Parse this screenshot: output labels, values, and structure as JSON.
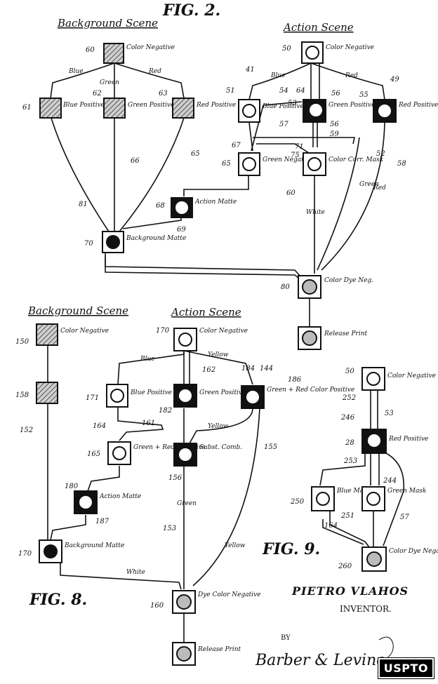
{
  "fig2": {
    "title": "FIG. 2.",
    "background_heading": "Background Scene",
    "action_heading": "Action Scene",
    "nodes": [
      {
        "id": "bg-neg",
        "num": "60",
        "label": "Color Negative",
        "fill": "hatch"
      },
      {
        "id": "bg-blue",
        "num": "61",
        "label": "Blue Positive",
        "fill": "hatch"
      },
      {
        "id": "bg-green",
        "num": "62",
        "label": "Green Positive",
        "fill": "hatch"
      },
      {
        "id": "bg-red",
        "num": "63",
        "label": "Red Positive",
        "fill": "hatch"
      },
      {
        "id": "act-matte",
        "num": "68",
        "label": "Action Matte",
        "fill": "dark"
      },
      {
        "id": "bg-matte",
        "num": "70",
        "label": "Background Matte",
        "fill": "matte"
      },
      {
        "id": "act-neg",
        "num": "50",
        "label": "Color Negative",
        "fill": "light"
      },
      {
        "id": "act-blue",
        "num": "51",
        "label": "Blue Positive",
        "fill": "light"
      },
      {
        "id": "act-green",
        "num": "53",
        "label": "Green Positive",
        "fill": "dark"
      },
      {
        "id": "act-red",
        "num": "55",
        "label": "Red Positive",
        "fill": "dark"
      },
      {
        "id": "act-green-neg",
        "num": "65",
        "label": "Green Negative",
        "fill": "light"
      },
      {
        "id": "act-comb",
        "num": "60",
        "label": "Color Corr. Mask",
        "fill": "light"
      },
      {
        "id": "dye-neg",
        "num": "80",
        "label": "Color Dye Neg.",
        "fill": "light"
      },
      {
        "id": "release",
        "num": "",
        "label": "Release Print",
        "fill": "light"
      }
    ],
    "wire_labels": [
      "Blue",
      "Green",
      "Red",
      "Blue",
      "Red",
      "Green",
      "Red",
      "White"
    ],
    "numbers": [
      "41",
      "54",
      "64",
      "56",
      "49",
      "57",
      "56",
      "59",
      "71",
      "67",
      "75",
      "52",
      "58",
      "81",
      "69",
      "66",
      "65"
    ]
  },
  "fig8": {
    "title": "FIG. 8.",
    "background_heading": "Background Scene",
    "action_heading": "Action Scene",
    "nodes": [
      {
        "id": "b-neg",
        "num": "150",
        "label": "Color Negative",
        "fill": "hatch"
      },
      {
        "id": "b-pos",
        "num": "158",
        "label": "",
        "fill": "hatch"
      },
      {
        "id": "a-neg",
        "num": "170",
        "label": "Color Negative",
        "fill": "light"
      },
      {
        "id": "a-blue",
        "num": "171",
        "label": "Blue Positive",
        "fill": "light"
      },
      {
        "id": "a-green",
        "num": "182",
        "label": "Green Positive",
        "fill": "dark"
      },
      {
        "id": "a-gr",
        "num": "186",
        "label": "Green + Red Color Positive",
        "fill": "dark"
      },
      {
        "id": "a-grneg",
        "num": "165",
        "label": "Green + Red Negative",
        "fill": "light"
      },
      {
        "id": "a-sub",
        "num": "156",
        "label": "Subst. Comb.",
        "fill": "dark"
      },
      {
        "id": "a-matte",
        "num": "180",
        "label": "Action Matte",
        "fill": "dark"
      },
      {
        "id": "b-matte",
        "num": "170",
        "label": "Background Matte",
        "fill": "matte"
      },
      {
        "id": "dye",
        "num": "160",
        "label": "Dye Color Negative",
        "fill": "light"
      },
      {
        "id": "rel",
        "num": "",
        "label": "Release Print",
        "fill": "light"
      }
    ],
    "wire_labels": [
      "Blue",
      "Yellow",
      "Yellow",
      "White",
      "Green",
      "Yellow"
    ],
    "numbers": [
      "184",
      "144",
      "152",
      "164",
      "161",
      "187",
      "153",
      "155",
      "162"
    ]
  },
  "fig9": {
    "title": "FIG. 9.",
    "nodes": [
      {
        "id": "n-neg",
        "num": "50",
        "label": "Color Negative",
        "fill": "light"
      },
      {
        "id": "n-red",
        "num": "28",
        "label": "Red Positive",
        "fill": "dark"
      },
      {
        "id": "n-blue",
        "num": "250",
        "label": "Blue Mask",
        "fill": "light"
      },
      {
        "id": "n-green",
        "num": "",
        "label": "Green Mask",
        "fill": "light"
      },
      {
        "id": "n-dye",
        "num": "260",
        "label": "Color Dye Negative",
        "fill": "light"
      }
    ],
    "numbers": [
      "252",
      "53",
      "246",
      "253",
      "244",
      "251",
      "57",
      "164"
    ]
  },
  "inventor": {
    "name": "PIETRO VLAHOS",
    "title": "INVENTOR.",
    "by": "BY",
    "signature": "Barber & Levine"
  },
  "logo": "USPTO"
}
